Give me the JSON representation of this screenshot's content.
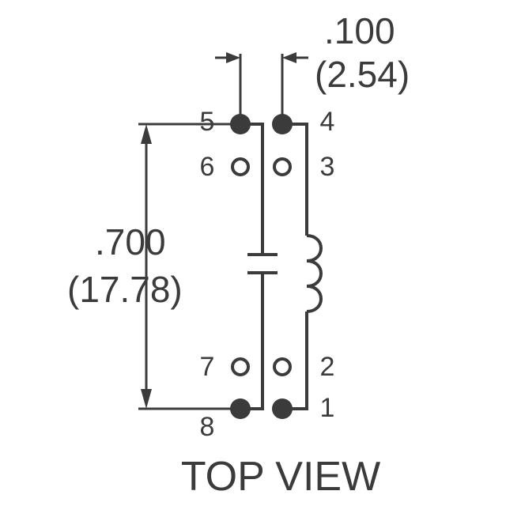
{
  "drawing": {
    "title": "TOP VIEW",
    "view_label": "TOP VIEW",
    "line_color": "#3b3b3b",
    "background_color": "#ffffff"
  },
  "dimensions": {
    "pitch": {
      "name": "pin-pitch",
      "inches": ".100",
      "millimeters": "(2.54)",
      "orientation": "horizontal"
    },
    "length": {
      "name": "body-length",
      "inches": ".700",
      "millimeters": "(17.78)",
      "orientation": "vertical"
    }
  },
  "pins": [
    {
      "number": "1",
      "type": "filled",
      "side": "right",
      "row": "bottom"
    },
    {
      "number": "2",
      "type": "open",
      "side": "right",
      "row": "lower-mid"
    },
    {
      "number": "3",
      "type": "open",
      "side": "right",
      "row": "upper-mid"
    },
    {
      "number": "4",
      "type": "filled",
      "side": "right",
      "row": "top"
    },
    {
      "number": "5",
      "type": "filled",
      "side": "left",
      "row": "top"
    },
    {
      "number": "6",
      "type": "open",
      "side": "left",
      "row": "upper-mid"
    },
    {
      "number": "7",
      "type": "open",
      "side": "left",
      "row": "lower-mid"
    },
    {
      "number": "8",
      "type": "filled",
      "side": "left",
      "row": "bottom"
    }
  ],
  "components": {
    "capacitor": {
      "name": "capacitor-symbol",
      "between_pins": "5-8"
    },
    "coil": {
      "name": "inductor-coil-symbol",
      "between_pins": "4-1",
      "turns": 3
    }
  }
}
